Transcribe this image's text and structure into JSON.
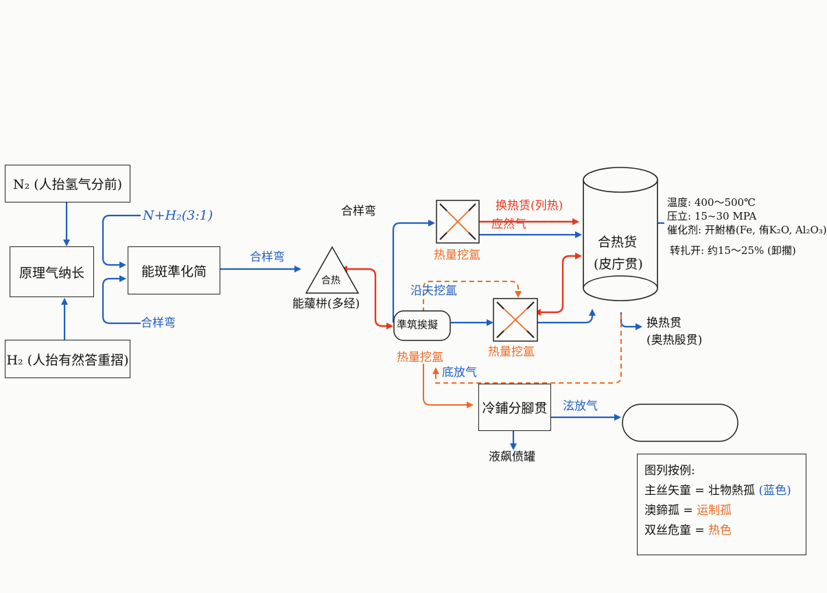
{
  "boxes": {
    "n2_source": "N₂ (人抬氢气分前)",
    "raw_gas": "原理气纳长",
    "h2_source": "H₂ (人抬有然答重摺)",
    "purifier": "能斑準化简",
    "cooler": "冷鋪分腳贯",
    "reactor_main": "合热货",
    "reactor_sub": "(皮庁贯)"
  },
  "labels": {
    "mix_ratio": "N+H₂(3:1)",
    "recycle_gas_left": "合样弯",
    "top_label": "合样弯",
    "pipe_to_compressor": "合样弯",
    "compressor_inner": "合热",
    "compressor_caption": "能藧栟(多经)",
    "hx_top_caption": "热量挖氲",
    "hx_right_caption": "热量挖氲",
    "separator_inner": "準筑挨擬",
    "separator_caption": "热量挖氲",
    "bypass_label": "沿夫挖氲",
    "heat_out_label": "换热赁(列热)",
    "reaction_gas": "应然气",
    "bottom_gas": "底放气",
    "tail_gas": "泫放气",
    "liquid_out": "液飙偾罐",
    "reactor_out_1": "换热贯",
    "reactor_out_2": "(奥热殷贯)"
  },
  "conditions": [
    "温度: 400～500℃",
    "压立: 15~30 MPA",
    "催化剂: 开鮒樁(Fe, 侑K₂O, Al₂O₃)",
    "转扎开: 约15～25% (卸擱)"
  ],
  "legend": {
    "title": "图列按例:",
    "row1_prefix": "主丝矢童 = 壮物熱孤",
    "row1_color_word": "(蓝色)",
    "row2_prefix": "澳鍗孤 = ",
    "row2_color_word": "运制孤",
    "row3_prefix": "双丝危童 = ",
    "row3_color_word": "热色"
  },
  "colors": {
    "blue": "#1f5fc0",
    "red": "#e8361c",
    "orange": "#ec6a25",
    "line": "#222222"
  }
}
